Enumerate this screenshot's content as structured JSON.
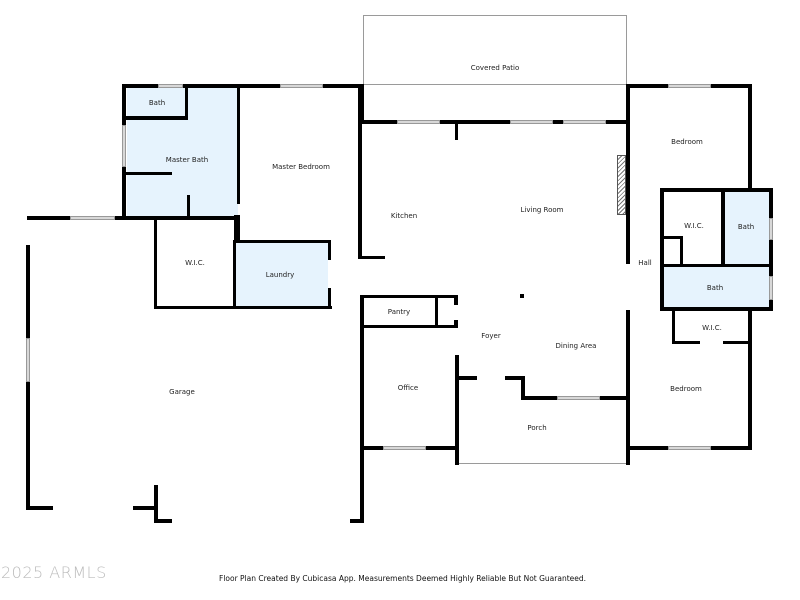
{
  "rooms": {
    "covered_patio": "Covered Patio",
    "bath_master_small": "Bath",
    "master_bath": "Master Bath",
    "master_bedroom": "Master Bedroom",
    "kitchen": "Kitchen",
    "living_room": "Living Room",
    "bedroom_1": "Bedroom",
    "wic_right": "W.I.C.",
    "bath_right_1": "Bath",
    "hall": "Hall",
    "bath_right_2": "Bath",
    "wic_master": "W.I.C.",
    "laundry": "Laundry",
    "pantry": "Pantry",
    "foyer": "Foyer",
    "dining_area": "Dining Area",
    "wic_bedroom_2": "W.I.C.",
    "office": "Office",
    "bedroom_2": "Bedroom",
    "garage": "Garage",
    "porch": "Porch"
  },
  "footer": {
    "disclaimer": "Floor Plan Created By Cubicasa App. Measurements Deemed Highly Reliable But Not Guaranteed.",
    "watermark": "2025 ARMLS"
  },
  "colors": {
    "wet_room_fill": "#e6f3fd",
    "wall": "#000000"
  }
}
